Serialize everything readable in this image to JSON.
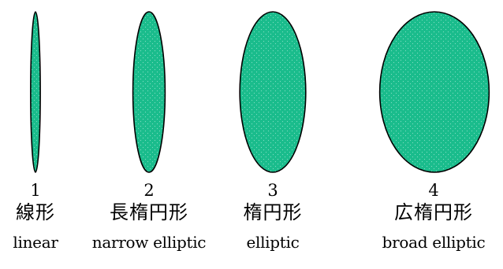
{
  "colors": {
    "leaf_fill": "#1abc8c",
    "leaf_dots": "#7fdcc0",
    "leaf_stroke": "#000000",
    "background": "#ffffff"
  },
  "leaves": [
    {
      "number": "1",
      "japanese": "線形",
      "english": "linear",
      "width_ratio": 0.06
    },
    {
      "number": "2",
      "japanese": "長楕円形",
      "english": "narrow elliptic",
      "width_ratio": 0.2
    },
    {
      "number": "3",
      "japanese": "楕円形",
      "english": "elliptic",
      "width_ratio": 0.41
    },
    {
      "number": "4",
      "japanese": "広楕円形",
      "english": "broad elliptic",
      "width_ratio": 0.68
    }
  ]
}
